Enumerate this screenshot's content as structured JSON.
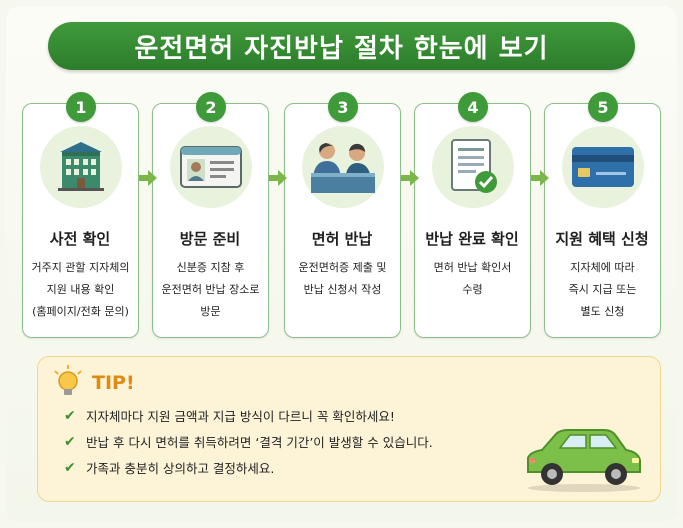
{
  "title": "운전면허 자진반납 절차 한눈에 보기",
  "steps": [
    {
      "number": "1",
      "title": "사전 확인",
      "desc": "거주지 관할 지자체의\n지원 내용 확인\n(홈페이지/전화 문의)",
      "icon": "city-hall-icon"
    },
    {
      "number": "2",
      "title": "방문 준비",
      "desc": "신분증 지참 후\n운전면허 반납 장소로\n방문",
      "icon": "id-card-icon"
    },
    {
      "number": "3",
      "title": "면허 반납",
      "desc": "운전면허증 제출 및\n반납 신청서 작성",
      "icon": "counter-staff-icon"
    },
    {
      "number": "4",
      "title": "반납 완료 확인",
      "desc": "면허 반납 확인서\n수령",
      "icon": "document-check-icon"
    },
    {
      "number": "5",
      "title": "지원 혜택 신청",
      "desc": "지자체에 따라\n즉시 지급 또는\n별도 신청",
      "icon": "credit-card-icon"
    }
  ],
  "tip": {
    "title": "TIP!",
    "items": [
      "지자체마다 지원 금액과 지급 방식이 다르니 꼭 확인하세요!",
      "반납 후 다시 면허를 취득하려면 ‘결격 기간’이 발생할 수 있습니다.",
      "가족과 충분히 상의하고 결정하세요."
    ]
  },
  "colors": {
    "primary_green": "#3f9a3a",
    "tip_orange": "#e08a12",
    "tip_bg": "#fdf4d8",
    "car_green": "#7cc04a"
  }
}
